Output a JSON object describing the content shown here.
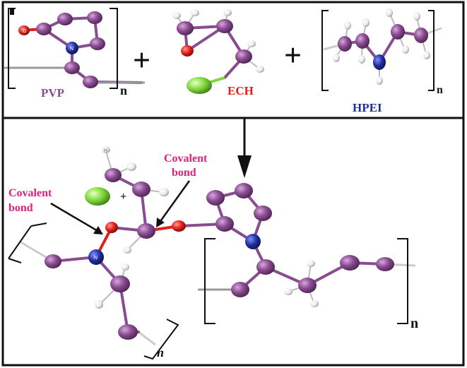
{
  "top_panel": {
    "pvp": {
      "name": "PVP",
      "subscript": "n",
      "atom_O": "O",
      "atom_N": "N"
    },
    "plus_1": "+",
    "ech": {
      "name": "ECH"
    },
    "plus_2": "+",
    "hpei": {
      "name": "HPEI",
      "subscript": "n"
    }
  },
  "bottom_panel": {
    "covalent_bond_left": {
      "line1": "Covalent",
      "line2": "bond"
    },
    "covalent_bond_right": {
      "line1": "Covalent",
      "line2": "bond"
    },
    "charge_plus": "+",
    "left_subscript": "n",
    "right_subscript": "n",
    "atom_H": "H",
    "atom_N": "N"
  },
  "colors": {
    "carbon": "#8a4c91",
    "nitrogen": "#1f2f9c",
    "oxygen": "#e0201a",
    "chlorine": "#7ed63a",
    "hydrogen": "#f2f2f2",
    "bond": "#8a4c91",
    "pvp_label": "#8a4c91",
    "ech_label": "#e0201a",
    "hpei_label": "#1f2f9c",
    "covalent_label": "#e0207a"
  }
}
